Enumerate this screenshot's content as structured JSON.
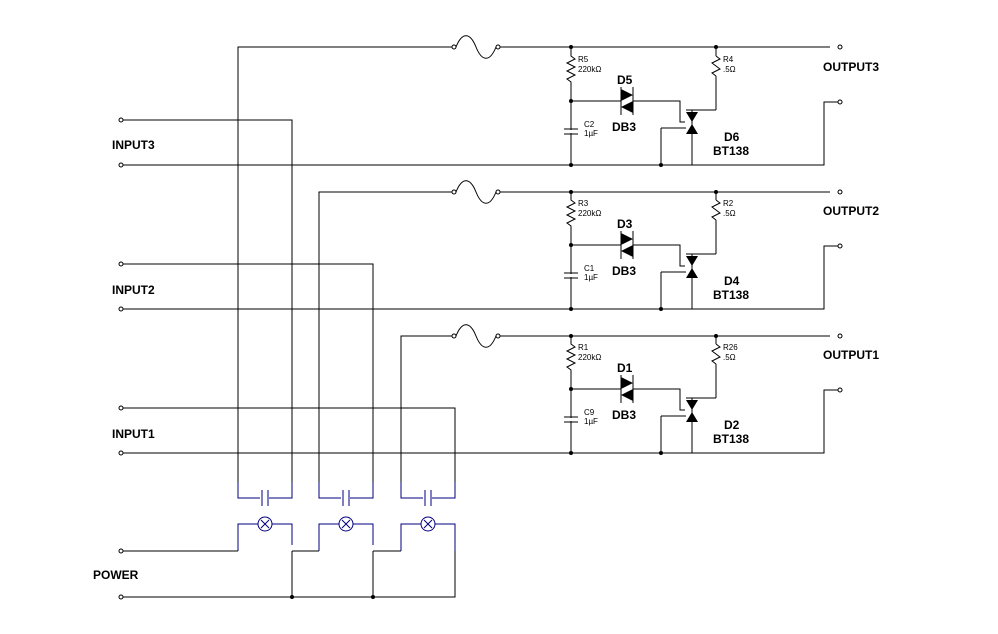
{
  "labels": {
    "input3": "INPUT3",
    "input2": "INPUT2",
    "input1": "INPUT1",
    "power": "POWER",
    "output3": "OUTPUT3",
    "output2": "OUTPUT2",
    "output1": "OUTPUT1"
  },
  "channels": [
    {
      "r_top": {
        "ref": "R5",
        "value": "220kΩ"
      },
      "cap": {
        "ref": "C2",
        "value": "1µF"
      },
      "diac": {
        "ref": "D5",
        "type": "DB3"
      },
      "r_load": {
        "ref": "R4",
        "value": ".5Ω"
      },
      "triac": {
        "ref": "D6",
        "type": "BT138"
      }
    },
    {
      "r_top": {
        "ref": "R3",
        "value": "220kΩ"
      },
      "cap": {
        "ref": "C1",
        "value": "1µF"
      },
      "diac": {
        "ref": "D3",
        "type": "DB3"
      },
      "r_load": {
        "ref": "R2",
        "value": ".5Ω"
      },
      "triac": {
        "ref": "D4",
        "type": "BT138"
      }
    },
    {
      "r_top": {
        "ref": "R1",
        "value": "220kΩ"
      },
      "cap": {
        "ref": "C9",
        "value": "1µF"
      },
      "diac": {
        "ref": "D1",
        "type": "DB3"
      },
      "r_load": {
        "ref": "R26",
        "value": ".5Ω"
      },
      "triac": {
        "ref": "D2",
        "type": "BT138"
      }
    }
  ]
}
